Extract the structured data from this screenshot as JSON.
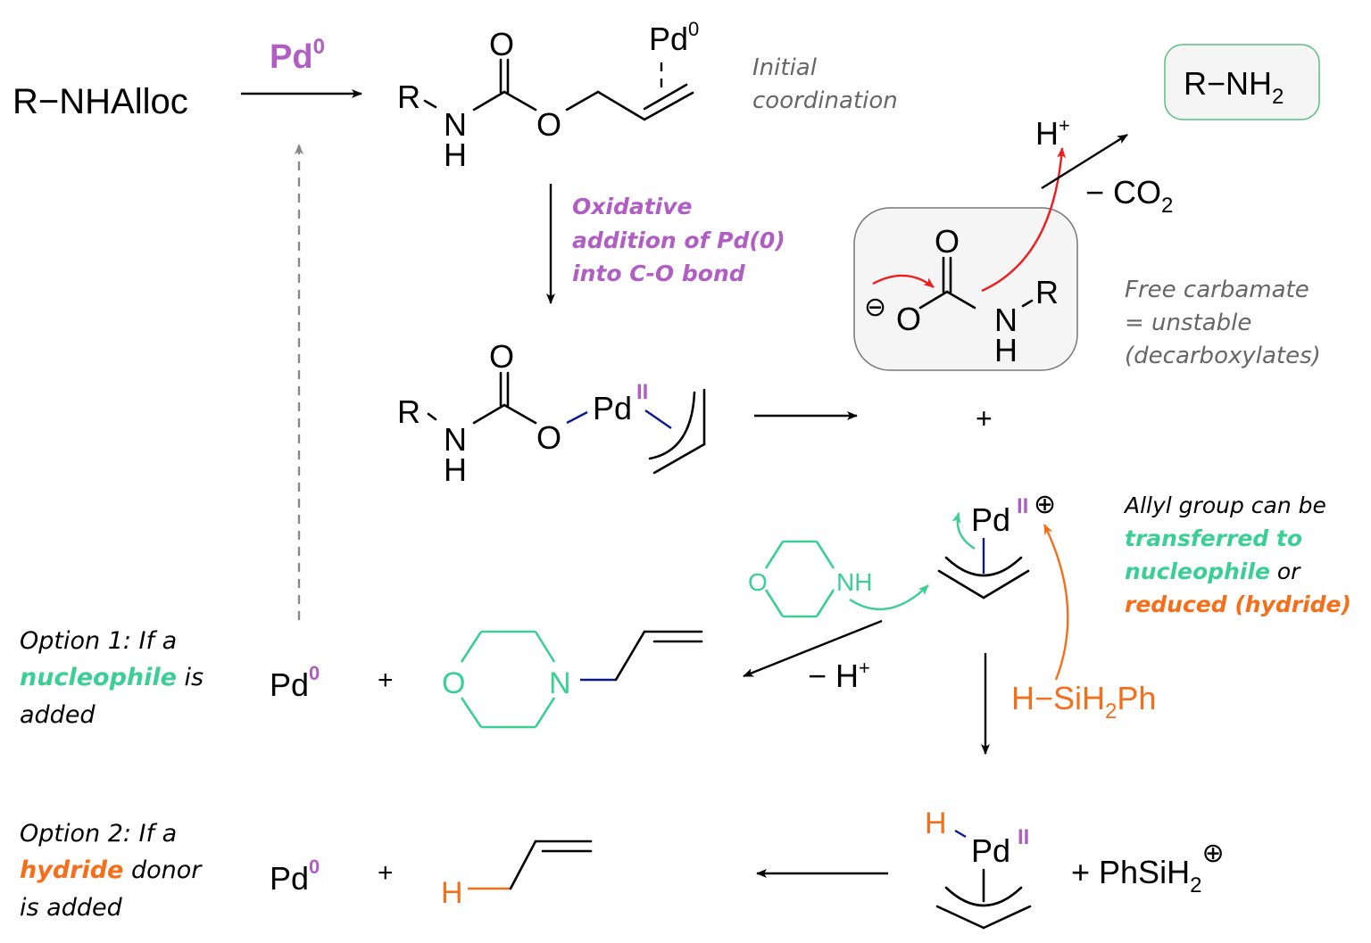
{
  "colors": {
    "purple": "#b05ec4",
    "green": "#3ccf95",
    "orange": "#f56f1a",
    "red": "#ee1c1c",
    "grey_text": "#666666",
    "blue_bond": "#0a1a8c",
    "box_fill": "#f5f5f5"
  },
  "start": {
    "label": "R−NHAlloc"
  },
  "step1": {
    "reagent": "Pd",
    "reagent_sup": "0"
  },
  "coordination": {
    "R": "R",
    "N": "N",
    "H": "H",
    "O_top": "O",
    "O_ester": "O",
    "Pd": "Pd",
    "Pd_sup": "0",
    "note_line1": "Initial",
    "note_line2": "coordination"
  },
  "oxidative": {
    "line1": "Oxidative",
    "line2": "addition of Pd(0)",
    "line3": "into C-O bond"
  },
  "pd_complex": {
    "R": "R",
    "N": "N",
    "H": "H",
    "O_top": "O",
    "O_ester": "O",
    "Pd": "Pd",
    "Pd_sup": "II"
  },
  "product": {
    "label": "R−NH",
    "sub": "2"
  },
  "decarb": {
    "H": "H",
    "H_sup": "+",
    "minus": "− CO",
    "minus_sub": "2"
  },
  "carbamate": {
    "charge": "⊖",
    "O_minus": "O",
    "O_top": "O",
    "N": "N",
    "H": "H",
    "R": "R",
    "note_line1": "Free carbamate",
    "note_line2": "= unstable",
    "note_line3": "(decarboxylates)"
  },
  "plus_mid": "+",
  "allyl_pd": {
    "Pd": "Pd",
    "Pd_sup": "II",
    "charge": "⊕"
  },
  "allyl_note": {
    "line1": "Allyl group can be",
    "line2": "transferred to",
    "line3_bold": "nucleophile",
    "line3_rest": " or",
    "line4": "reduced (hydride)"
  },
  "morpholine": {
    "O": "O",
    "NH": "NH"
  },
  "silane": {
    "label": "H−SiH",
    "sub": "2",
    "tail": "Ph"
  },
  "minus_h": {
    "label": "− H",
    "sup": "+"
  },
  "option1": {
    "line1": "Option 1: If a",
    "line2_bold": "nucleophile",
    "line2_rest": " is",
    "line3": "added",
    "pd": "Pd",
    "pd_sup": "0",
    "plus": "+",
    "O": "O",
    "N": "N"
  },
  "option2": {
    "line1": "Option 2: If a",
    "line2_bold": "hydride",
    "line2_rest": " donor",
    "line3": "is added",
    "pd": "Pd",
    "pd_sup": "0",
    "plus": "+",
    "H": "H"
  },
  "hydride_pd": {
    "H": "H",
    "Pd": "Pd",
    "Pd_sup": "II",
    "plus_label": "+ PhSiH",
    "plus_sub": "2",
    "charge": "⊕"
  }
}
